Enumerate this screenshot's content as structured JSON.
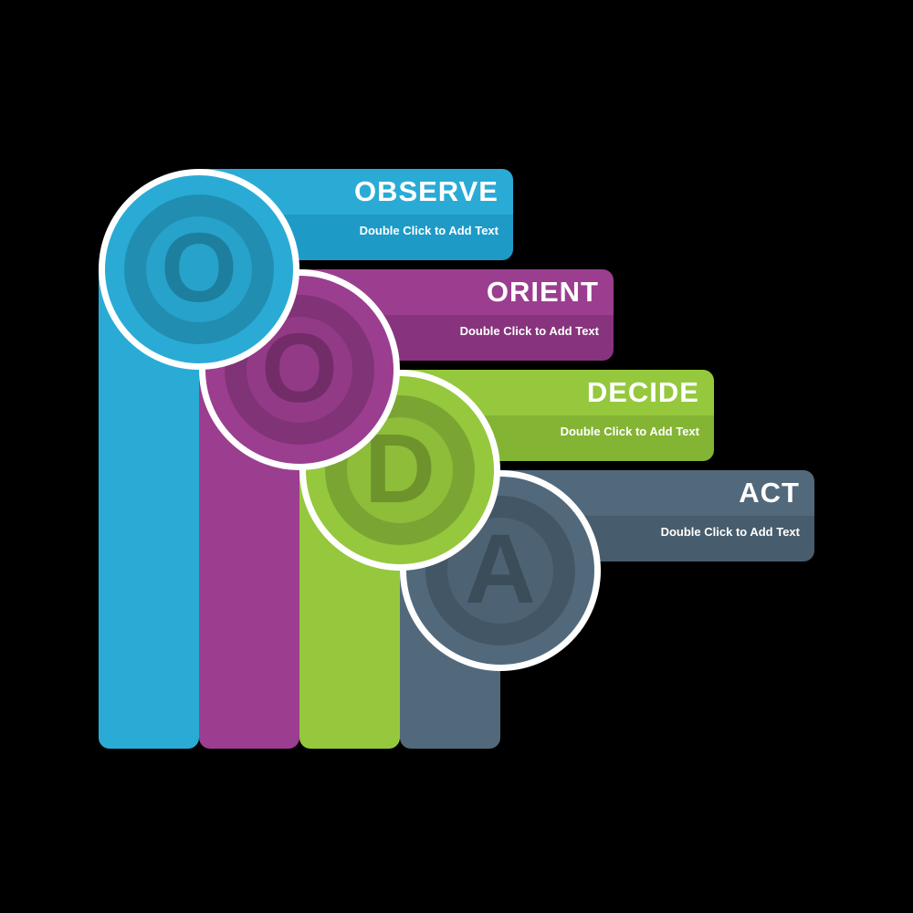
{
  "canvas": {
    "background": "#000000"
  },
  "stages": [
    {
      "id": "observe",
      "letter": "O",
      "title": "OBSERVE",
      "subtitle": "Double Click to Add Text",
      "color": "#29ABD6",
      "color_dark": "#1D9BC6"
    },
    {
      "id": "orient",
      "letter": "O",
      "title": "ORIENT",
      "subtitle": "Double Click to Add Text",
      "color": "#9B3E8F",
      "color_dark": "#87337D"
    },
    {
      "id": "decide",
      "letter": "D",
      "title": "DECIDE",
      "subtitle": "Double Click to Add Text",
      "color": "#95C83D",
      "color_dark": "#83B434"
    },
    {
      "id": "act",
      "letter": "A",
      "title": "ACT",
      "subtitle": "Double Click to Add Text",
      "color": "#52697B",
      "color_dark": "#475C6C"
    }
  ]
}
